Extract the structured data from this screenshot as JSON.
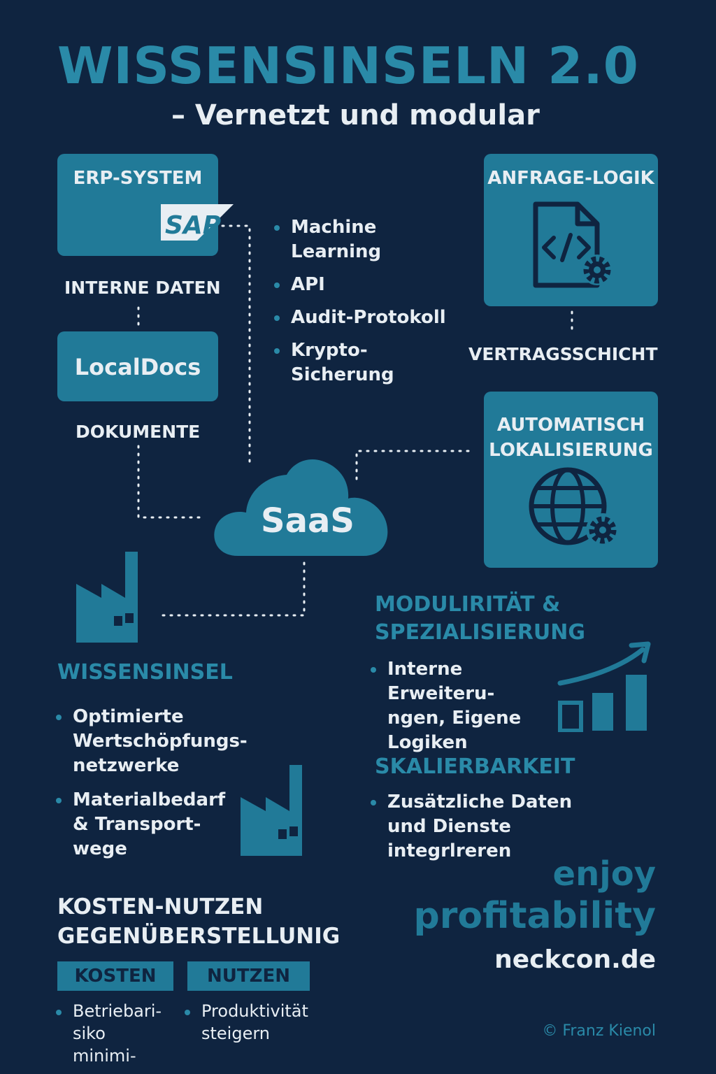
{
  "header": {
    "title": "WISSENSINSELN 2.0",
    "subtitle": "– Vernetzt und modular"
  },
  "erp": {
    "label": "ERP-SYSTEM",
    "logo": "SAP",
    "caption": "INTERNE DATEN"
  },
  "localdocs": {
    "label": "LocalDocs",
    "caption": "DOKUMENTE"
  },
  "features": [
    "Machine Learning",
    "API",
    "Audit-Protokoll",
    "Krypto-Sicherung"
  ],
  "anfrage": {
    "label": "ANFRAGE-LOGIK",
    "icon": "code-document-gear-icon",
    "caption": "VERTRAGSSCHICHT"
  },
  "lokalisierung": {
    "line1": "AUTOMATISCH",
    "line2": "LOKALISIERUNG",
    "icon": "globe-gear-icon"
  },
  "cloud": {
    "label": "SaaS"
  },
  "wissensinsel": {
    "heading": "WISSENSINSEL",
    "items": [
      "Optimierte Wertschöpfungs-netzwerke",
      "Materialbedarf & Transport-wege"
    ]
  },
  "modularitaet": {
    "heading_line1": "MODULIRITÄT &",
    "heading_line2": "SPEZIALISIERUNG",
    "items": [
      "Interne Erweiteru-ngen, Eigene Logiken"
    ]
  },
  "skalierbarkeit": {
    "heading": "SKALIERBARKEIT",
    "items": [
      "Zusätzliche Daten und Dienste integrlreren"
    ]
  },
  "kosten_nutzen": {
    "heading_line1": "KOSTEN-NUTZEN",
    "heading_line2": "GEGENÜBERSTELLUNIG",
    "kosten_label": "KOSTEN",
    "nutzen_label": "NUTZEN",
    "kosten_items": [
      "Betriebari-siko minimi-eren"
    ],
    "nutzen_items": [
      "Produktivität steigern"
    ]
  },
  "slogan": {
    "line1": "enjoy",
    "line2": "profitability"
  },
  "website": "neckcon.de",
  "copyright": "© Franz Kienol",
  "colors": {
    "background": "#0f2440",
    "accent": "#2a8aa8",
    "box": "#217a98",
    "text": "#e8eef3"
  }
}
